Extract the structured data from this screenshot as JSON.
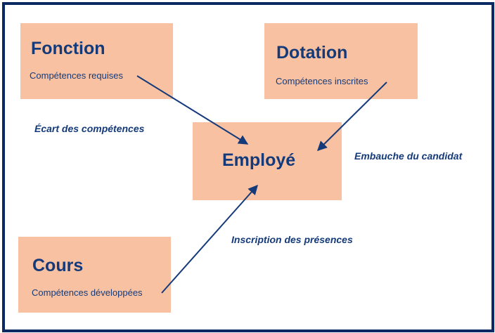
{
  "boxes": {
    "fonction": {
      "title": "Fonction",
      "subtitle": "Compétences requises"
    },
    "dotation": {
      "title": "Dotation",
      "subtitle": "Compétences inscrites"
    },
    "employe": {
      "title": "Employé"
    },
    "cours": {
      "title": "Cours",
      "subtitle": "Compétences développées"
    }
  },
  "edges": {
    "ecart": "Écart des compétences",
    "embauche": "Embauche du candidat",
    "inscription": "Inscription des présences"
  },
  "colors": {
    "box_fill": "#f8c2a2",
    "text": "#143a7a",
    "arrow": "#143a7a",
    "frame": "#0b2a63"
  }
}
